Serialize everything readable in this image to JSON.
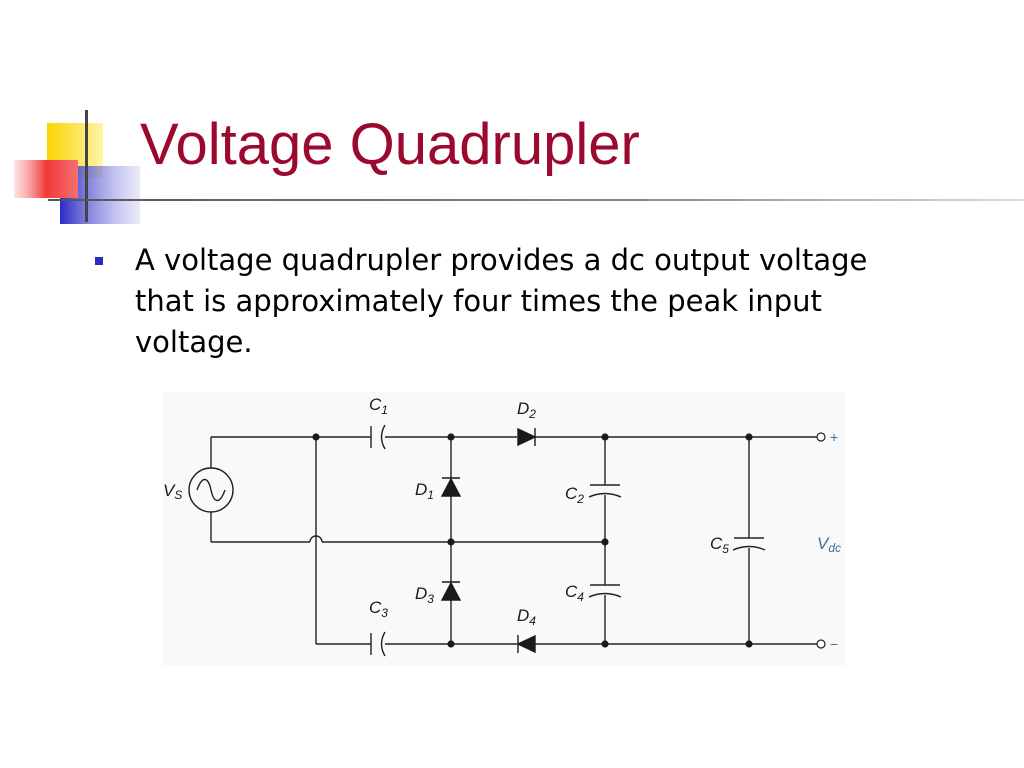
{
  "slide": {
    "title": "Voltage Quadrupler",
    "bullets": [
      {
        "text": "A voltage quadrupler provides a dc output voltage that is approximately four times the peak input voltage."
      }
    ]
  },
  "circuit": {
    "source": {
      "symbol": "V",
      "sub": "S"
    },
    "capacitors": [
      {
        "symbol": "C",
        "sub": "1"
      },
      {
        "symbol": "C",
        "sub": "2"
      },
      {
        "symbol": "C",
        "sub": "3"
      },
      {
        "symbol": "C",
        "sub": "4"
      },
      {
        "symbol": "C",
        "sub": "5"
      }
    ],
    "diodes": [
      {
        "symbol": "D",
        "sub": "1"
      },
      {
        "symbol": "D",
        "sub": "2"
      },
      {
        "symbol": "D",
        "sub": "3"
      },
      {
        "symbol": "D",
        "sub": "4"
      }
    ],
    "output": {
      "symbol": "V",
      "sub": "dc",
      "plus": "+",
      "minus": "−"
    }
  },
  "colors": {
    "title": "#9b0a2e",
    "bullet": "#2b2bbf",
    "deco_yellow": "#f9d500",
    "deco_red": "#f03838",
    "deco_blue": "#3a3ad8",
    "output_label": "#3a6ea5"
  }
}
